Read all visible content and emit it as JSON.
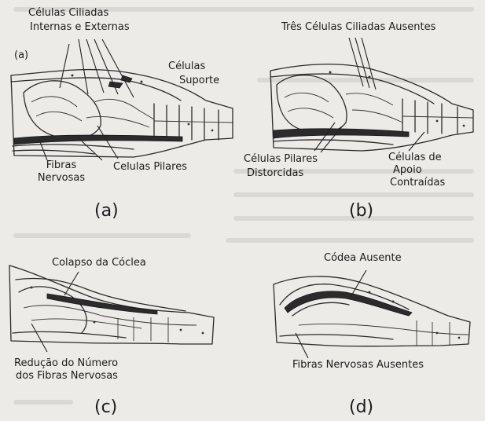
{
  "colors": {
    "background": "#ecebe8",
    "ink": "#1b1b1b",
    "bleed_text": "#cfcdc8"
  },
  "panels": {
    "a": {
      "inner_tag": "(a)",
      "caption": "(a)",
      "label_hair_line1": "Células Ciliadas",
      "label_hair_line2": "Internas e Externas",
      "label_support_line1": "Células",
      "label_support_line2": "Suporte",
      "label_fibers_line1": "Fibras",
      "label_fibers_line2": "Nervosas",
      "label_pillars": "Celulas Pilares"
    },
    "b": {
      "caption": "(b)",
      "label_absent": "Três Células Ciliadas Ausentes",
      "label_pillars_line1": "Células Pilares",
      "label_pillars_line2": "Distorcidas",
      "label_support_line1": "Células de",
      "label_support_line2": "Apoio",
      "label_support_line3": "Contraídas"
    },
    "c": {
      "caption": "(c)",
      "label_collapse": "Colapso da Cóclea",
      "label_reduction_line1": "Redução do Número",
      "label_reduction_line2": "dos Fibras Nervosas"
    },
    "d": {
      "caption": "(d)",
      "label_absent": "Códea Ausente",
      "label_fibers": "Fibras Nervosas Ausentes"
    }
  }
}
